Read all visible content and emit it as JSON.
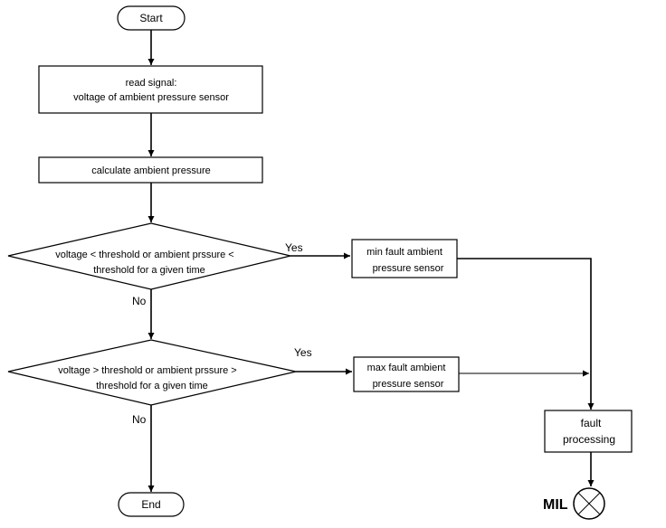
{
  "flowchart": {
    "start": "Start",
    "read_signal": [
      "read signal:",
      "voltage of ambient pressure sensor"
    ],
    "calculate": "calculate ambient pressure",
    "decision1": [
      "voltage < threshold or ambient prssure <",
      "threshold for a given time"
    ],
    "decision2": [
      "voltage > threshold or ambient prssure >",
      "threshold for a given time"
    ],
    "yes": "Yes",
    "no": "No",
    "min_fault": [
      "min fault ambient",
      "pressure sensor"
    ],
    "max_fault": [
      "max fault ambient",
      "pressure sensor"
    ],
    "fault_processing": [
      "fault",
      "processing"
    ],
    "end": "End",
    "mil": "MIL"
  }
}
